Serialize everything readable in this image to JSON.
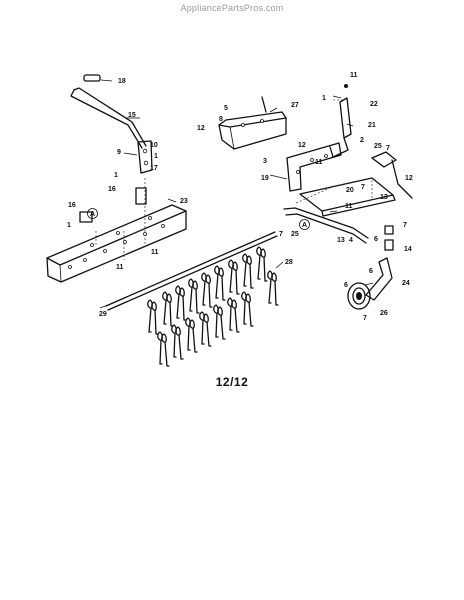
{
  "header": {
    "watermark": "AppliancePartsPros.com"
  },
  "footer": {
    "page_label": "12/12"
  },
  "callouts": [
    {
      "label": "18"
    },
    {
      "label": "15"
    },
    {
      "label": "9"
    },
    {
      "label": "10"
    },
    {
      "label": "1"
    },
    {
      "label": "17"
    },
    {
      "label": "1"
    },
    {
      "label": "16"
    },
    {
      "label": "23"
    },
    {
      "label": "16"
    },
    {
      "label": "A"
    },
    {
      "label": "1"
    },
    {
      "label": "11"
    },
    {
      "label": "11"
    },
    {
      "label": "29"
    },
    {
      "label": "28"
    },
    {
      "label": "11"
    },
    {
      "label": "1"
    },
    {
      "label": "22"
    },
    {
      "label": "8"
    },
    {
      "label": "5"
    },
    {
      "label": "27"
    },
    {
      "label": "12"
    },
    {
      "label": "21"
    },
    {
      "label": "25"
    },
    {
      "label": "7"
    },
    {
      "label": "2"
    },
    {
      "label": "12"
    },
    {
      "label": "3"
    },
    {
      "label": "11"
    },
    {
      "label": "19"
    },
    {
      "label": "20"
    },
    {
      "label": "7"
    },
    {
      "label": "13"
    },
    {
      "label": "12"
    },
    {
      "label": "11"
    },
    {
      "label": "7"
    },
    {
      "label": "25"
    },
    {
      "label": "A"
    },
    {
      "label": "13"
    },
    {
      "label": "4"
    },
    {
      "label": "7"
    },
    {
      "label": "6"
    },
    {
      "label": "14"
    },
    {
      "label": "6"
    },
    {
      "label": "24"
    },
    {
      "label": "6"
    },
    {
      "label": "7"
    },
    {
      "label": "26"
    }
  ]
}
